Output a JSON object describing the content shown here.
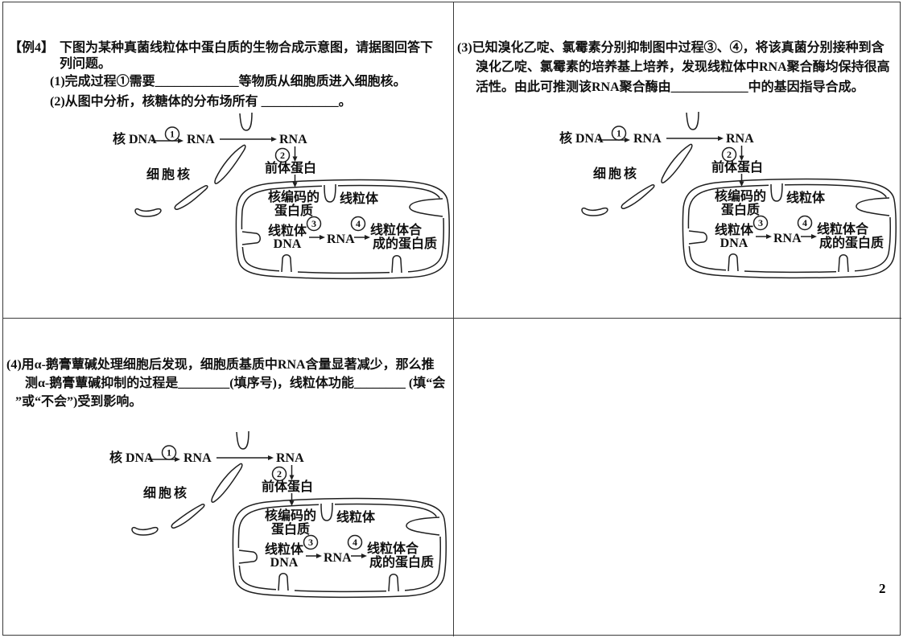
{
  "page": {
    "number": "2"
  },
  "example": {
    "tag": "【例4】",
    "intro_lines": [
      "下图为某种真菌线粒体中蛋白质的生物合成示意图，请据图回答下",
      "列问题。"
    ],
    "sub_questions": [
      "(1)完成过程①需要_____________等物质从细胞质进入细胞核。",
      "(2)从图中分析，核糖体的分布场所有 ____________。"
    ]
  },
  "question3": {
    "lines": [
      "(3)已知溴化乙啶、氯霉素分别抑制图中过程③、④，将该真菌分别接种到含",
      "溴化乙啶、氯霉素的培养基上培养，发现线粒体中RNA聚合酶均保持很高",
      "活性。由此可推测该RNA聚合酶由____________中的基因指导合成。"
    ]
  },
  "question4": {
    "lines": [
      "(4)用α-鹅膏蕈碱处理细胞后发现，细胞质基质中RNA含量显著减少，那么推",
      "测α-鹅膏蕈碱抑制的过程是________(填序号)，线粒体功能________ (填“会",
      "”或“不会”)受到影响。"
    ]
  },
  "diagram": {
    "nuclear_dna": "核 DNA",
    "rna_nucleus": "RNA",
    "rna_cytoplasm": "RNA",
    "nucleus_label": "细胞核",
    "precursor_protein": "前体蛋白",
    "nuclear_encoded_line1": "核编码的",
    "nuclear_encoded_line2": "蛋白质",
    "mitochondrion_label": "线粒体",
    "mito_dna_line1": "线粒体",
    "mito_dna_line2": "DNA",
    "mito_rna": "RNA",
    "mito_protein_line1": "线粒体合",
    "mito_protein_line2": "成的蛋白质",
    "steps": {
      "s1": "1",
      "s2": "2",
      "s3": "3",
      "s4": "4"
    }
  }
}
